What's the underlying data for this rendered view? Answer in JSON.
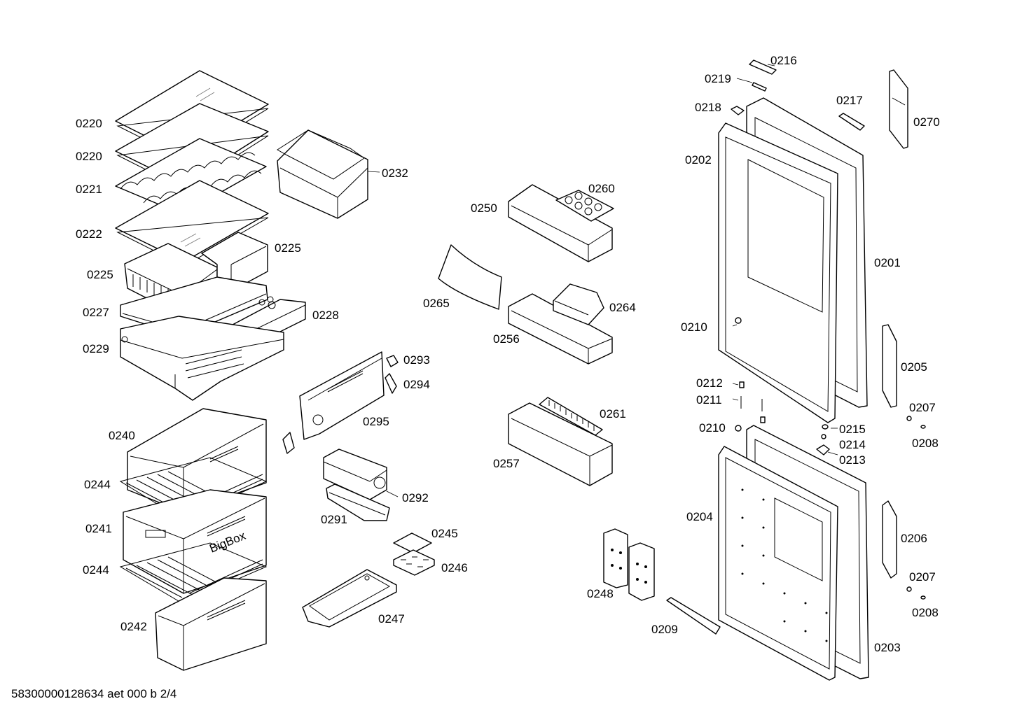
{
  "labels": {
    "l0201": "0201",
    "l0202": "0202",
    "l0203": "0203",
    "l0204": "0204",
    "l0205": "0205",
    "l0206": "0206",
    "l0207a": "0207",
    "l0207b": "0207",
    "l0208a": "0208",
    "l0208b": "0208",
    "l0209": "0209",
    "l0210a": "0210",
    "l0210b": "0210",
    "l0211": "0211",
    "l0212": "0212",
    "l0213": "0213",
    "l0214": "0214",
    "l0215": "0215",
    "l0216": "0216",
    "l0217": "0217",
    "l0218": "0218",
    "l0219": "0219",
    "l0220a": "0220",
    "l0220b": "0220",
    "l0221": "0221",
    "l0222": "0222",
    "l0225a": "0225",
    "l0225b": "0225",
    "l0227": "0227",
    "l0228": "0228",
    "l0229": "0229",
    "l0232": "0232",
    "l0240": "0240",
    "l0241": "0241",
    "l0242": "0242",
    "l0244a": "0244",
    "l0244b": "0244",
    "l0245": "0245",
    "l0246": "0246",
    "l0247": "0247",
    "l0248": "0248",
    "l0250": "0250",
    "l0256": "0256",
    "l0257": "0257",
    "l0260": "0260",
    "l0261": "0261",
    "l0264": "0264",
    "l0265": "0265",
    "l0270": "0270",
    "l0291": "0291",
    "l0292": "0292",
    "l0293": "0293",
    "l0294": "0294",
    "l0295": "0295"
  },
  "drawer_marking": "BigBox",
  "footer": "58300000128634 aet 000 b 2/4"
}
